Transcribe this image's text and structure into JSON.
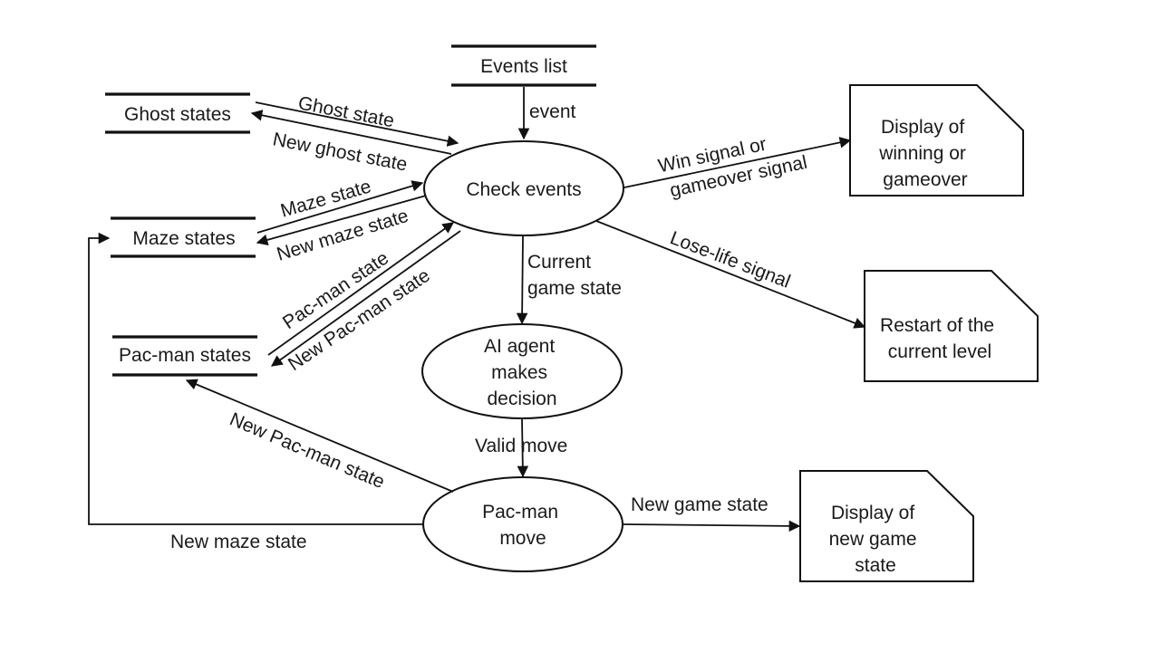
{
  "stores": {
    "events_list": "Events list",
    "ghost_states": "Ghost states",
    "maze_states": "Maze states",
    "pacman_states": "Pac-man states"
  },
  "processes": {
    "check_events": "Check events",
    "ai_agent": [
      "AI agent",
      "makes",
      "decision"
    ],
    "pacman_move": [
      "Pac-man",
      "move"
    ]
  },
  "outputs": {
    "display_win": [
      "Display of",
      "winning or",
      "gameover"
    ],
    "restart_level": [
      "Restart of the",
      "current level"
    ],
    "display_new_state": [
      "Display of",
      "new game",
      "state"
    ]
  },
  "flows": {
    "event": "event",
    "ghost_state": "Ghost state",
    "new_ghost_state": "New ghost state",
    "maze_state": "Maze state",
    "new_maze_state": "New maze state",
    "pacman_state": "Pac-man state",
    "new_pacman_state": "New Pac-man state",
    "win_signal": [
      "Win signal or",
      "gameover signal"
    ],
    "lose_life_signal": "Lose-life signal",
    "current_game_state": [
      "Current",
      "game state"
    ],
    "valid_move": "Valid move",
    "new_pacman_state_move": "New Pac-man state",
    "new_maze_state_move": "New maze state",
    "new_game_state": "New game state"
  }
}
